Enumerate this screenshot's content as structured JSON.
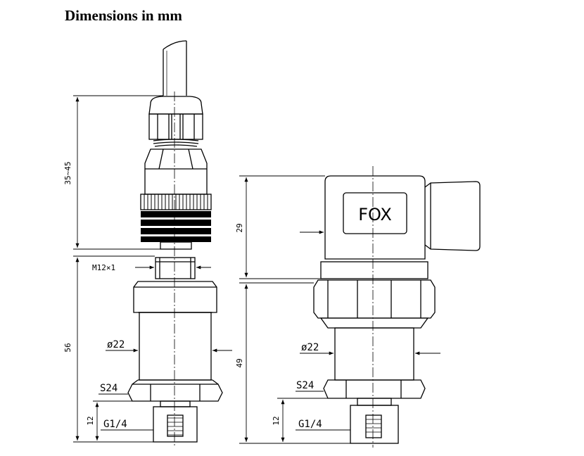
{
  "heading": "Dimensions in mm",
  "left_view": {
    "dim_cable_gland": "35~45",
    "dim_body": "56",
    "dim_thread_len": "12",
    "connector_thread": "M12×1",
    "body_diameter": "ø22",
    "hex_size": "S24",
    "process_thread": "G1/4"
  },
  "right_view": {
    "dim_connector": "29",
    "dim_body": "49",
    "dim_thread_len": "12",
    "brand_label": "FOX",
    "body_diameter": "ø22",
    "hex_size": "S24",
    "process_thread": "G1/4"
  }
}
